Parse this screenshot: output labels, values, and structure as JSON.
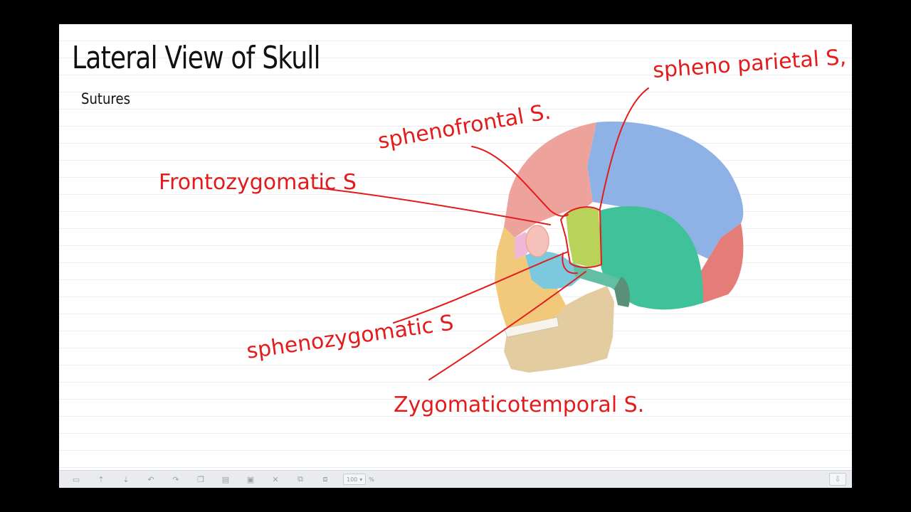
{
  "slide": {
    "title": "Lateral View of Skull",
    "subtitle": "Sutures"
  },
  "annotations": {
    "sphenoparietal": "spheno parietal S,",
    "sphenofrontal": "sphenofrontal S.",
    "frontozygomatic": "Frontozygomatic S",
    "sphenozygomatic": "sphenozygomatic S",
    "zygomaticotemporal": "Zygomaticotemporal S."
  },
  "colors": {
    "ink": "#e41b1b",
    "frontal": "#e99a94",
    "parietal": "#8fb2e6",
    "occipital": "#e47c78",
    "temporal": "#3fc29a",
    "sphenoid": "#b9d35a",
    "zygomatic": "#7cc8dc",
    "maxilla": "#f2c97a",
    "mandible": "#e2cca0"
  },
  "toolbar": {
    "icons": [
      "frame-icon",
      "upload-icon",
      "download-icon",
      "undo-icon",
      "redo-icon",
      "copy-icon",
      "paste-icon",
      "select-icon",
      "delete-icon",
      "group-icon",
      "ungroup-icon"
    ],
    "zoom_value": "100",
    "zoom_unit": "%",
    "download_icon": "download-icon"
  }
}
